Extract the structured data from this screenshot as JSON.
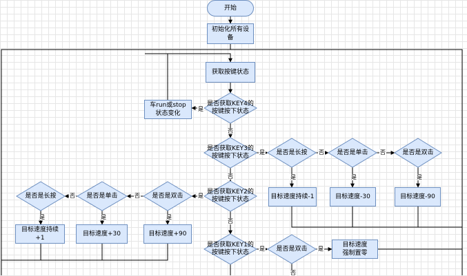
{
  "nodes": {
    "start": "开始",
    "init": "初始化所有设备",
    "get_key_state": "获取按键状态",
    "key4_check": "是否获取KEY4的\n按键按下状态",
    "car_run_stop": "车run或stop\n状态变化",
    "key3_check": "是否获取KEY3的\n按键按下状态",
    "key3_long": "是否是长按",
    "key3_single": "是否是单击",
    "key3_double": "是否是双击",
    "speed_cont_minus1": "目标速度持续-1",
    "speed_minus30": "目标速度-30",
    "speed_minus90": "目标速度-90",
    "key2_check": "是否获取KEY2的\n按键按下状态",
    "key2_double": "是否是双击",
    "key2_single": "是否是单击",
    "key2_long": "是否是长按",
    "speed_plus90": "目标速度+90",
    "speed_plus30": "目标速度+30",
    "speed_cont_plus1": "目标速度持续+1",
    "key1_check": "是否获取KEY1的\n按键按下状态",
    "key1_double": "是否是双击",
    "speed_force_zero": "目标速度\n强制置零"
  },
  "edge_labels": {
    "yes": "是",
    "no": "否"
  },
  "colors": {
    "fill": "#dae8fc",
    "stroke": "#6c8ebf",
    "line": "#000000",
    "grid": "#e6e6e6"
  }
}
